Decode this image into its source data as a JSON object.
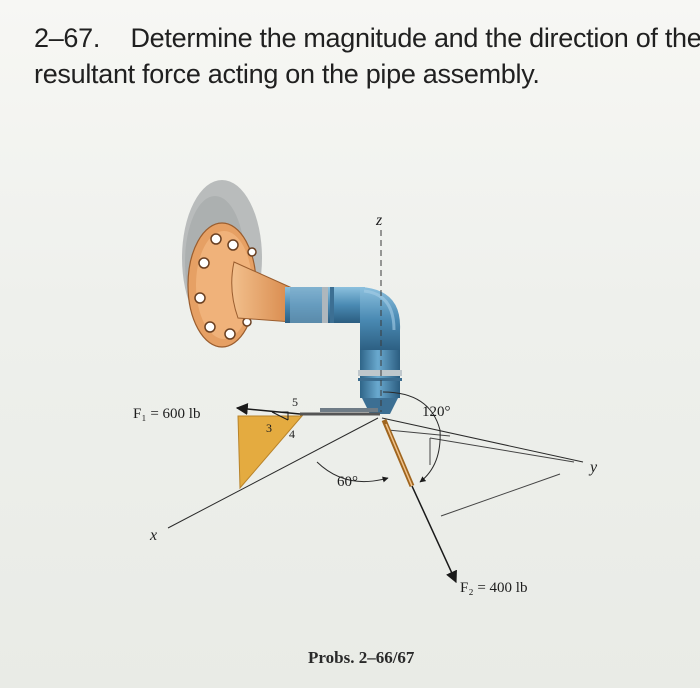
{
  "problem": {
    "number": "2–67.",
    "text_line1": "Determine the magnitude and the direction of the",
    "text_line2": "resultant force acting on the pipe assembly."
  },
  "figure": {
    "axis_z": "z",
    "axis_x": "x",
    "axis_y": "y",
    "f1_label": "F₁ = 600 lb",
    "f2_label": "F₂ = 400 lb",
    "angle_120": "120°",
    "angle_60": "60°",
    "slope_5": "5",
    "slope_3": "3",
    "slope_4": "4"
  },
  "caption": "Probs. 2–66/67",
  "colors": {
    "flange": "#e9a86a",
    "pipe": "#4e8fb7",
    "triangle": "#e3aa40"
  }
}
